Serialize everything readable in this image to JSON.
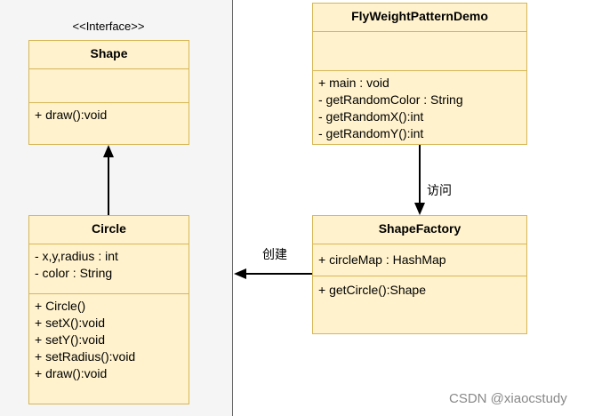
{
  "interface_stereotype": "<<Interface>>",
  "shape": {
    "name": "Shape",
    "attributes": [],
    "methods": [
      "+ draw():void"
    ]
  },
  "circle": {
    "name": "Circle",
    "attributes": [
      "- x,y,radius : int",
      "- color : String"
    ],
    "methods": [
      "+ Circle()",
      "+ setX():void",
      "+ setY():void",
      "+ setRadius():void",
      "+ draw():void"
    ]
  },
  "demo": {
    "name": "FlyWeightPatternDemo",
    "attributes": [],
    "methods": [
      "+ main : void",
      "- getRandomColor : String",
      "- getRandomX():int",
      "- getRandomY():int"
    ]
  },
  "factory": {
    "name": "ShapeFactory",
    "attributes": [
      "+ circleMap : HashMap"
    ],
    "methods": [
      "+ getCircle():Shape"
    ]
  },
  "relations": {
    "visit_label": "访问",
    "create_label": "创建"
  },
  "watermark": "CSDN @xiaocstudy"
}
